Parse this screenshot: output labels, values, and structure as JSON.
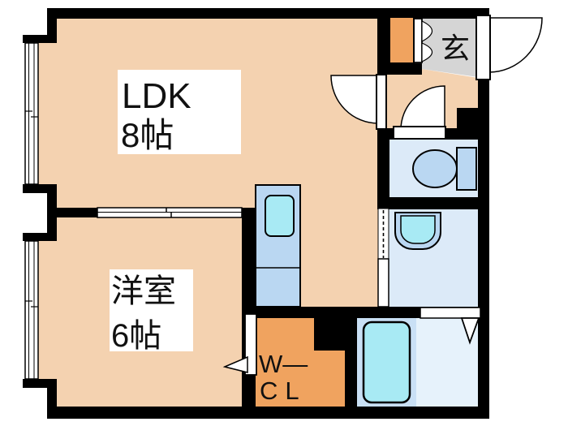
{
  "plan": {
    "rooms": {
      "ldk": {
        "name": "LDK",
        "size": "8帖"
      },
      "bedroom": {
        "name": "洋室",
        "size": "6帖"
      },
      "entrance": {
        "name": "玄"
      },
      "closet": {
        "line1": "W—",
        "line2": "CL"
      }
    },
    "colors": {
      "wall": "#000000",
      "outside": "#FFFFFF",
      "floor_main": "#F4D2B0",
      "floor_entrance": "#D5D5D5",
      "floor_wet": "#DCEAF8",
      "bath_left": "#C9E0F5",
      "bath_right": "#E6F2FB",
      "closet_orange": "#F0A35F",
      "fixture_blue": "#BAD7F2",
      "fixture_cyan": "#A8EAF4",
      "door_white": "#FFFFFF"
    }
  }
}
